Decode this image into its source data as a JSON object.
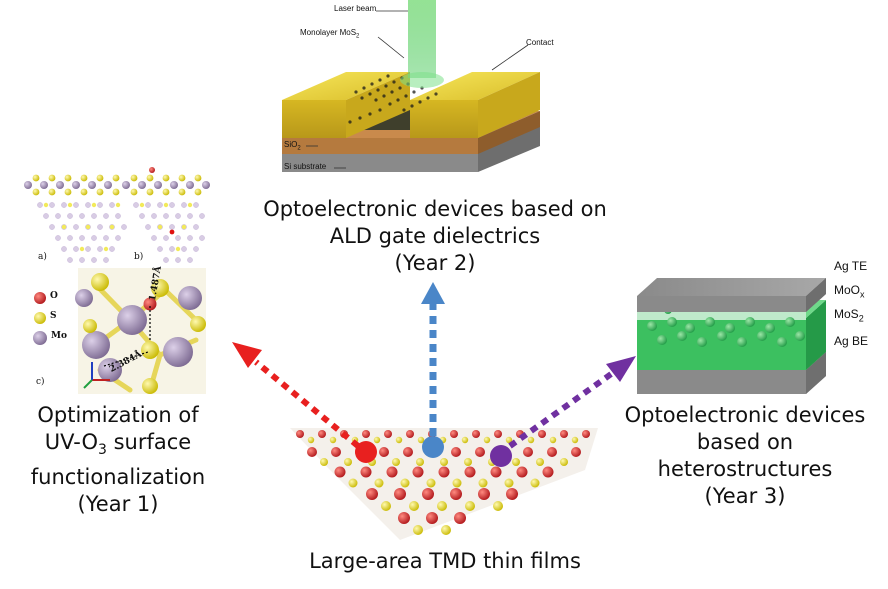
{
  "colors": {
    "arrow_left": "#e8201f",
    "arrow_center": "#4a86c8",
    "arrow_right": "#7030a0",
    "gold": "#e8d13c",
    "green": "#3cc060",
    "gray": "#8c8c8c",
    "mo_purple": "#a08cb4",
    "s_yellow": "#f2e600",
    "o_red": "#e01010"
  },
  "device_top": {
    "labels": {
      "laser": "Laser beam",
      "monolayer_main": "Monolayer MoS",
      "monolayer_sub": "2",
      "contact": "Contact",
      "sio2_main": "SiO",
      "sio2_sub": "2",
      "si": "Si substrate"
    },
    "caption": {
      "line1": "Optoelectronic devices based on",
      "line2": "ALD gate dielectrics",
      "line3": "(Year 2)"
    }
  },
  "left_panel": {
    "panel_a": "a)",
    "panel_b": "b)",
    "panel_c": "c)",
    "legend": [
      "O",
      "S",
      "Mo"
    ],
    "bond_1": "1.487Å",
    "bond_2": "2.384Å",
    "caption": {
      "line1": "Optimization of",
      "line2_pre": "UV-O",
      "line2_sub": "3",
      "line2_post": " surface",
      "line3": "functionalization",
      "line4": "(Year 1)"
    }
  },
  "right_panel": {
    "layers": {
      "ag_te": "Ag TE",
      "moox_main": "MoO",
      "moox_sub": "x",
      "mos2_main": "MoS",
      "mos2_sub": "2",
      "ag_be": "Ag BE"
    },
    "caption": {
      "line1": "Optoelectronic devices",
      "line2": "based on",
      "line3": "heterostructures",
      "line4": "(Year 3)"
    }
  },
  "bottom": {
    "caption": "Large-area TMD thin films"
  }
}
